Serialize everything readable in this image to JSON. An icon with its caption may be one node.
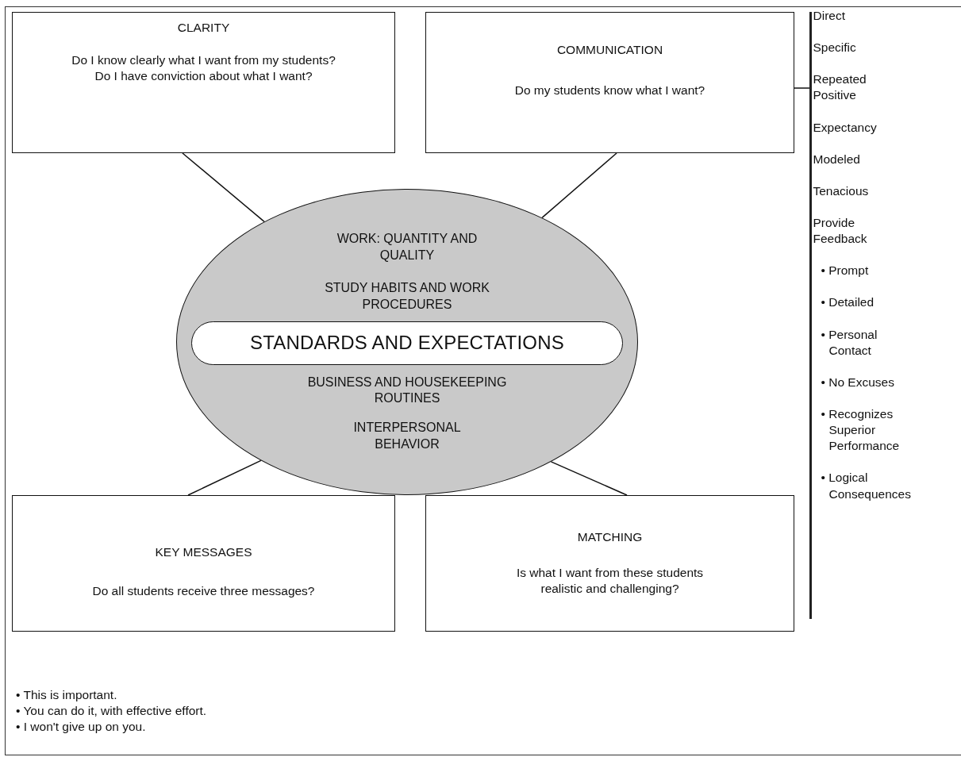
{
  "diagram": {
    "nodes": [
      {
        "text": [
          "CLARITY",
          "Do I know clearly what I want from my students?",
          "Do I have conviction about what I want?"
        ]
      },
      {
        "text": [
          "COMMUNICATION",
          "Do my students know what I want?"
        ]
      },
      {
        "text": [
          "WORK: QUANTITY AND QUALITY",
          "STUDY HABITS AND WORK PROCEDURES",
          "BUSINESS AND HOUSEKEEPING ROUTINES",
          "INTERPERSONAL BEHAVIOR"
        ]
      },
      {
        "text": [
          "STANDARDS AND EXPECTATIONS"
        ],
        "in": 2
      },
      {
        "text": [
          "KEY MESSAGES",
          "Do all students receive three messages?"
        ]
      },
      {
        "text": [
          "MATCHING",
          "Is what I want from these students realistic and challenging?"
        ]
      },
      {
        "text": [],
        "shape": "bar",
        "beside": [
          "Direct",
          "Specific",
          "Repeated Positive",
          "Expectancy",
          "Modeled",
          "Tenacious",
          "Provide Feedback",
          "• Prompt",
          "• Detailed",
          "• Personal Contact",
          "• No Excuses",
          "• Recognizes Superior Performance",
          "• Logical Consequences"
        ]
      }
    ],
    "edges": [
      {
        "from": 0,
        "to": 2,
        "arrow": "none"
      },
      {
        "from": 1,
        "to": 2,
        "arrow": "none"
      },
      {
        "from": 4,
        "to": 2,
        "arrow": "none"
      },
      {
        "from": 5,
        "to": 2,
        "arrow": "none"
      },
      {
        "from": 1,
        "to": 6,
        "arrow": "none"
      }
    ],
    "labels": [
      "• This is important.",
      "• You can do it, with effective effort.",
      "• I won't give up on you."
    ]
  }
}
